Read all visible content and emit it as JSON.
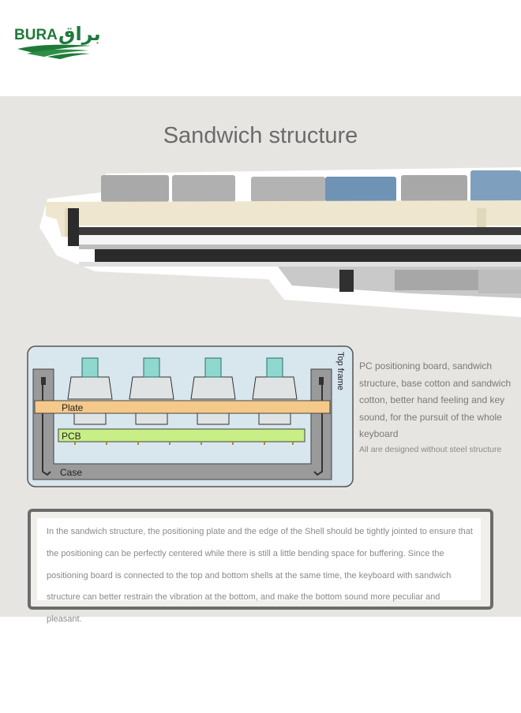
{
  "brand": {
    "latin": "BURA",
    "arabic": "براق"
  },
  "section": {
    "title": "Sandwich structure"
  },
  "diagram_labels": {
    "plate": "Plate",
    "pcb": "PCB",
    "case": "Case",
    "top_frame": "Top frame"
  },
  "side": {
    "text": "PC positioning board, sandwich structure, base cotton and sandwich cotton, better hand feeling and key sound, for the pursuit of the whole keyboard",
    "note": "All are designed without steel structure"
  },
  "description": "In the sandwich structure, the positioning plate and the edge of the Shell should be tightly jointed to ensure that the positioning can be perfectly centered while there is still a little bending space for buffering. Since the positioning board is connected to the top and bottom shells at the same time, the keyboard with sandwich structure can better restrain the vibration at the bottom, and make the bottom sound more peculiar and pleasant.",
  "colors": {
    "brand_green": "#1f7a3a",
    "plate": "#f4c98a",
    "pcb": "#c8ef86",
    "switch_stem": "#8fd8cf"
  }
}
